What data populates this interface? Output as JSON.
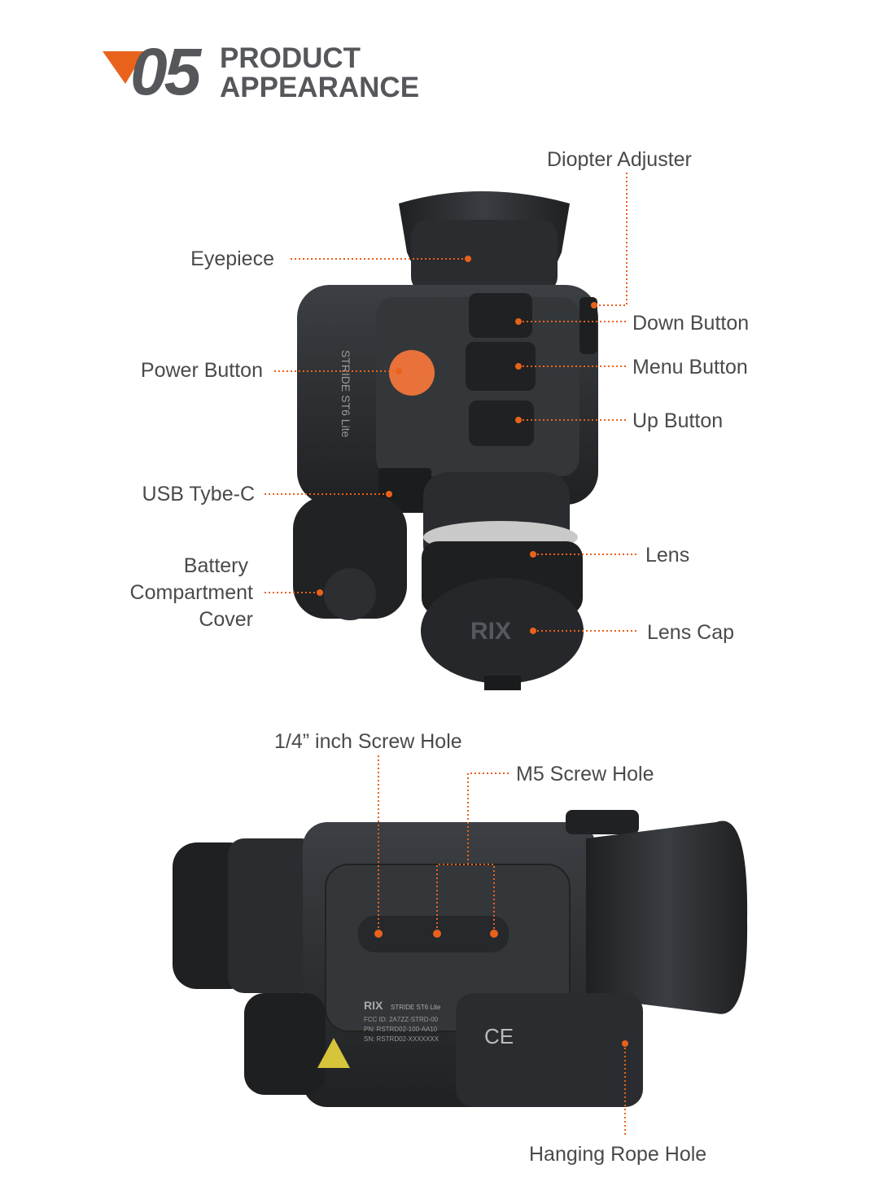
{
  "header": {
    "number": "05",
    "title_line1": "PRODUCT",
    "title_line2": "APPEARANCE"
  },
  "top_view_labels": {
    "diopter_adjuster": "Diopter Adjuster",
    "eyepiece": "Eyepiece",
    "down_button": "Down Button",
    "power_button": "Power Button",
    "menu_button": "Menu Button",
    "up_button": "Up Button",
    "usb": "USB Tybe-C",
    "battery_line1": "Battery",
    "battery_line2": "Compartment",
    "battery_line3": "Cover",
    "lens": "Lens",
    "lens_cap": "Lens Cap"
  },
  "bottom_view_labels": {
    "quarter_inch_screw": "1/4” inch Screw Hole",
    "m5_screw": "M5 Screw Hole",
    "hanging_rope": "Hanging Rope Hole"
  },
  "device_text": {
    "brand": "RIX",
    "model_side": "STRIDE ST6 Lite",
    "label_model": "STRIDE ST6 Lite",
    "fcc": "FCC ID: 2A7ZZ-STRD-00",
    "pn": "PN: RSTRD02-100-AA10",
    "sn": "SN: RSTRD02-XXXXXXX",
    "ce": "CE"
  },
  "colors": {
    "accent": "#e8621c",
    "text": "#4a4a4a",
    "device": "#2e3033"
  }
}
